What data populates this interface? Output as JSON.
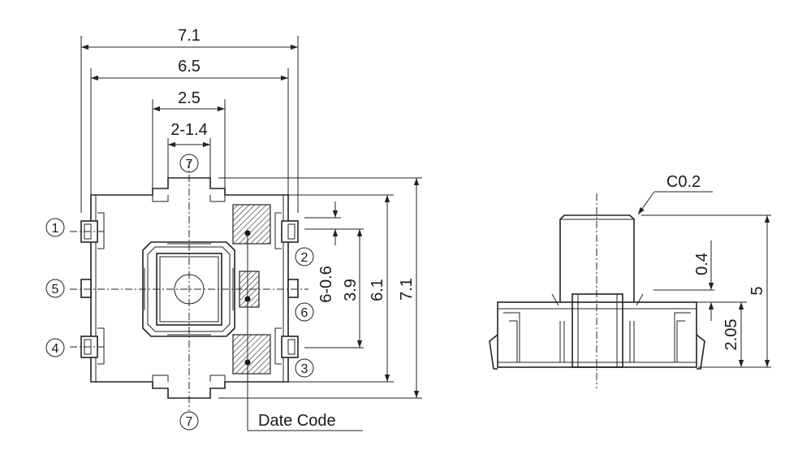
{
  "top_view": {
    "dims": {
      "width_overall": "7.1",
      "width_body": "6.5",
      "width_tab": "2.5",
      "tab_pitch": "2-1.4",
      "pin_pitch": "6-0.6",
      "pin_span": "3.9",
      "height_body": "6.1",
      "height_overall": "7.1"
    },
    "pins": [
      "1",
      "2",
      "3",
      "4",
      "5",
      "6",
      "7",
      "7"
    ],
    "date_code_label": "Date Code"
  },
  "side_view": {
    "dims": {
      "chamfer": "C0.2",
      "stem_offset": "0.4",
      "total_height": "5",
      "base_height": "2.05"
    }
  }
}
